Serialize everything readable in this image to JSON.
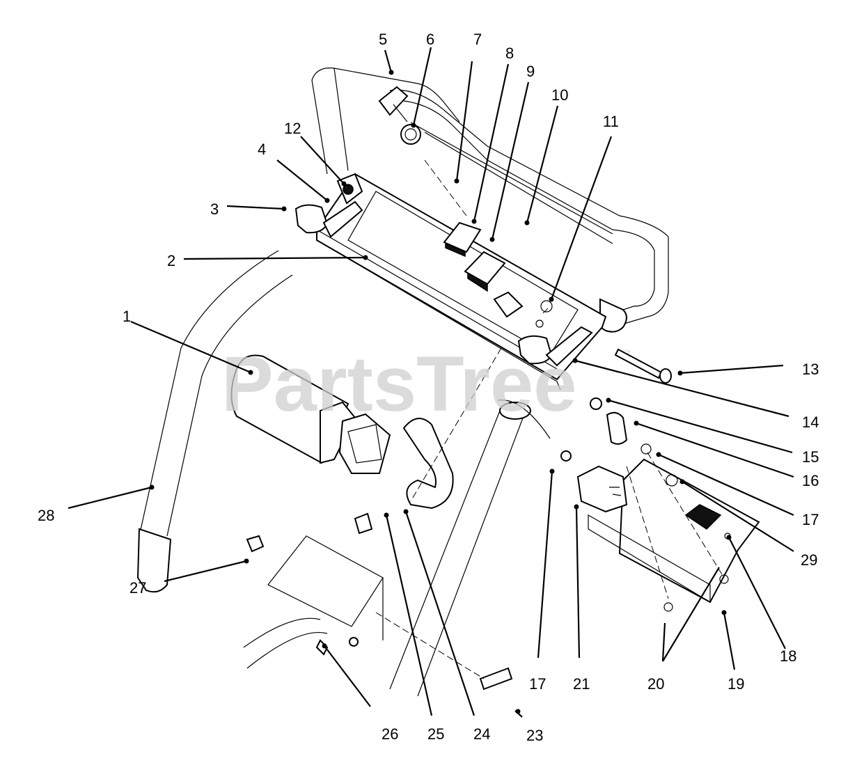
{
  "watermark": {
    "text": "PartsTree",
    "trademark": "™"
  },
  "callouts": [
    {
      "id": "1",
      "label": "1"
    },
    {
      "id": "2",
      "label": "2"
    },
    {
      "id": "3",
      "label": "3"
    },
    {
      "id": "4",
      "label": "4"
    },
    {
      "id": "5",
      "label": "5"
    },
    {
      "id": "6",
      "label": "6"
    },
    {
      "id": "7",
      "label": "7"
    },
    {
      "id": "8",
      "label": "8"
    },
    {
      "id": "9",
      "label": "9"
    },
    {
      "id": "10",
      "label": "10"
    },
    {
      "id": "11",
      "label": "11"
    },
    {
      "id": "12",
      "label": "12"
    },
    {
      "id": "13",
      "label": "13"
    },
    {
      "id": "14",
      "label": "14"
    },
    {
      "id": "15",
      "label": "15"
    },
    {
      "id": "16",
      "label": "16"
    },
    {
      "id": "17a",
      "label": "17"
    },
    {
      "id": "17b",
      "label": "17"
    },
    {
      "id": "18",
      "label": "18"
    },
    {
      "id": "19",
      "label": "19"
    },
    {
      "id": "20",
      "label": "20"
    },
    {
      "id": "21",
      "label": "21"
    },
    {
      "id": "23",
      "label": "23"
    },
    {
      "id": "24",
      "label": "24"
    },
    {
      "id": "25",
      "label": "25"
    },
    {
      "id": "26",
      "label": "26"
    },
    {
      "id": "27",
      "label": "27"
    },
    {
      "id": "28",
      "label": "28"
    },
    {
      "id": "29",
      "label": "29"
    }
  ]
}
